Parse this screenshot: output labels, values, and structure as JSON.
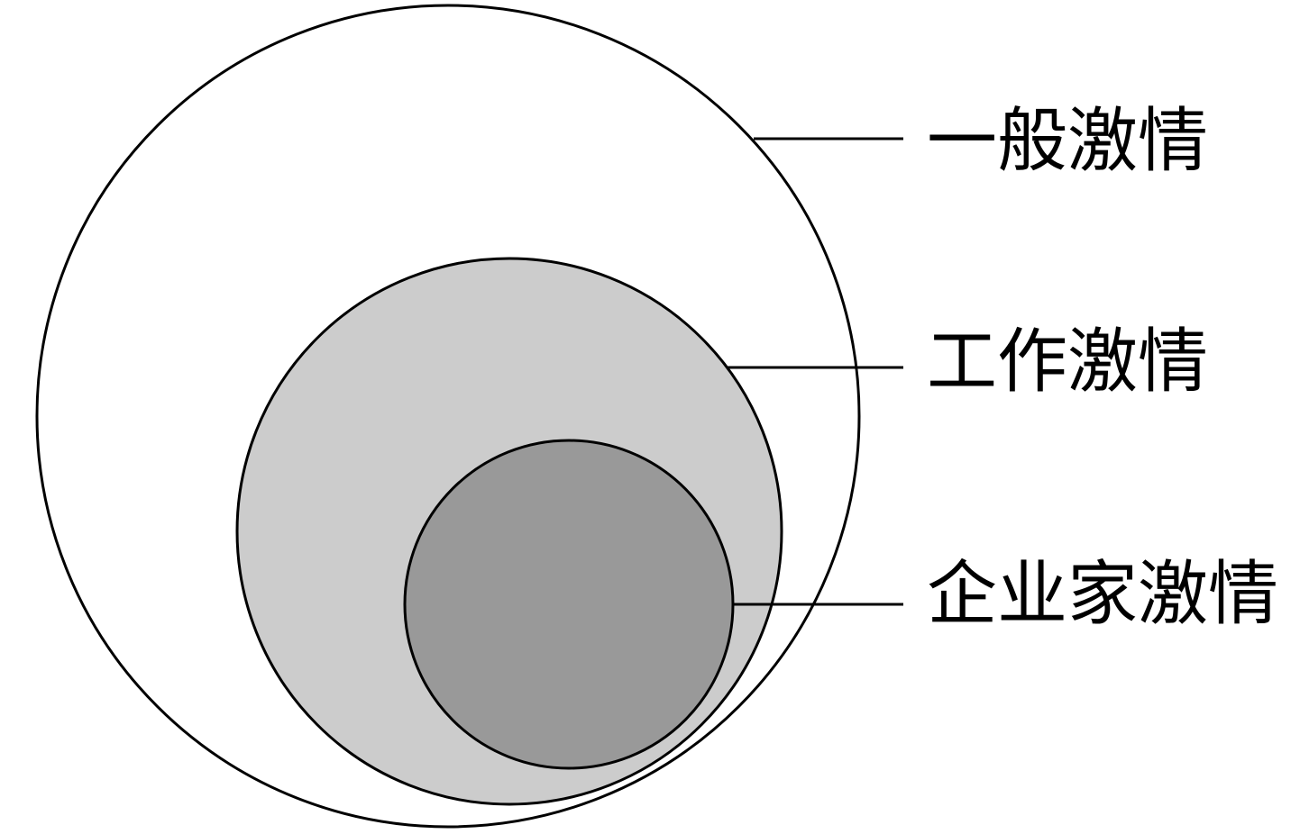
{
  "colors": {
    "outer_fill": "#ffffff",
    "middle_fill": "#cccccc",
    "inner_fill": "#999999",
    "stroke": "#000000"
  },
  "diagram": {
    "type": "nested-circles",
    "levels": [
      {
        "label": "一般激情",
        "level": "outer"
      },
      {
        "label": "工作激情",
        "level": "middle"
      },
      {
        "label": "企业家激情",
        "level": "inner"
      }
    ]
  }
}
